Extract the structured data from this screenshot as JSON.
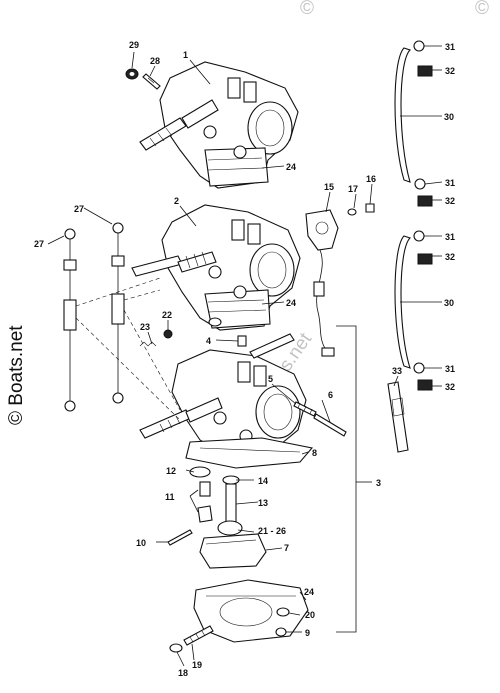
{
  "watermark": {
    "text": "© Boats.net",
    "copyright_mark": "©"
  },
  "callouts": [
    {
      "id": "c1",
      "label": "1"
    },
    {
      "id": "c2",
      "label": "2"
    },
    {
      "id": "c3",
      "label": "3"
    },
    {
      "id": "c4",
      "label": "4"
    },
    {
      "id": "c5",
      "label": "5"
    },
    {
      "id": "c6",
      "label": "6"
    },
    {
      "id": "c7",
      "label": "7"
    },
    {
      "id": "c8",
      "label": "8"
    },
    {
      "id": "c9",
      "label": "9"
    },
    {
      "id": "c10",
      "label": "10"
    },
    {
      "id": "c11",
      "label": "11"
    },
    {
      "id": "c12",
      "label": "12"
    },
    {
      "id": "c13",
      "label": "13"
    },
    {
      "id": "c14",
      "label": "14"
    },
    {
      "id": "c15",
      "label": "15"
    },
    {
      "id": "c16",
      "label": "16"
    },
    {
      "id": "c17",
      "label": "17"
    },
    {
      "id": "c18",
      "label": "18"
    },
    {
      "id": "c19",
      "label": "19"
    },
    {
      "id": "c20",
      "label": "20"
    },
    {
      "id": "c21",
      "label": "21 - 26"
    },
    {
      "id": "c22",
      "label": "22"
    },
    {
      "id": "c23",
      "label": "23"
    },
    {
      "id": "c24a",
      "label": "24"
    },
    {
      "id": "c24b",
      "label": "24"
    },
    {
      "id": "c24c",
      "label": "24"
    },
    {
      "id": "c27a",
      "label": "27"
    },
    {
      "id": "c27b",
      "label": "27"
    },
    {
      "id": "c28",
      "label": "28"
    },
    {
      "id": "c29",
      "label": "29"
    },
    {
      "id": "c30a",
      "label": "30"
    },
    {
      "id": "c30b",
      "label": "30"
    },
    {
      "id": "c31a",
      "label": "31"
    },
    {
      "id": "c31b",
      "label": "31"
    },
    {
      "id": "c31c",
      "label": "31"
    },
    {
      "id": "c31d",
      "label": "31"
    },
    {
      "id": "c32a",
      "label": "32"
    },
    {
      "id": "c32b",
      "label": "32"
    },
    {
      "id": "c32c",
      "label": "32"
    },
    {
      "id": "c32d",
      "label": "32"
    },
    {
      "id": "c33",
      "label": "33"
    }
  ]
}
